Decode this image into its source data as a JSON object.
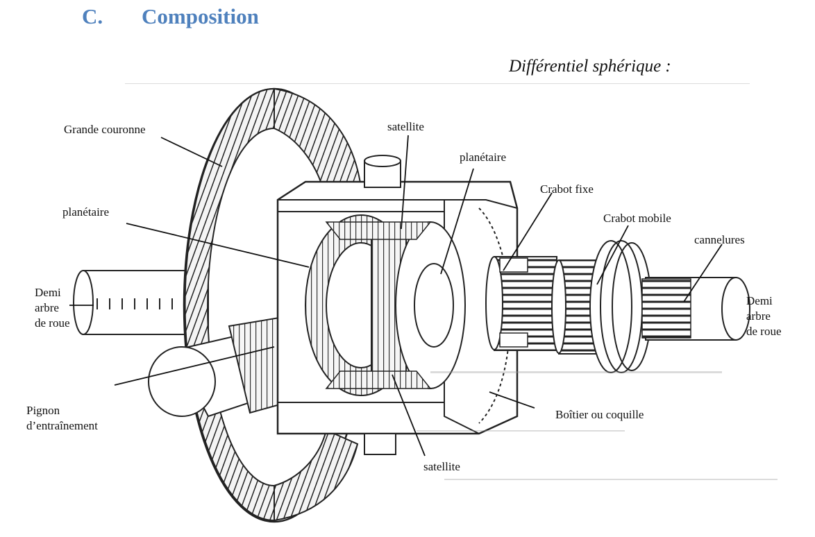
{
  "section": {
    "letter": "C.",
    "title": "Composition"
  },
  "figure": {
    "caption": "Différentiel sphérique :",
    "labels": {
      "grande_couronne": "Grande couronne",
      "satellite_top": "satellite",
      "planetaire_top": "planétaire",
      "planetaire_left": "planétaire",
      "crabot_fixe": "Crabot fixe",
      "crabot_mobile": "Crabot mobile",
      "cannelures": "cannelures",
      "demi_left_1": "Demi",
      "demi_left_2": "arbre",
      "demi_left_3": "de roue",
      "demi_right_1": "Demi",
      "demi_right_2": "arbre",
      "demi_right_3": "de roue",
      "pignon_1": "Pignon",
      "pignon_2": "d’entraînement",
      "boitier": "Boîtier ou coquille",
      "satellite_bottom": "satellite"
    }
  }
}
